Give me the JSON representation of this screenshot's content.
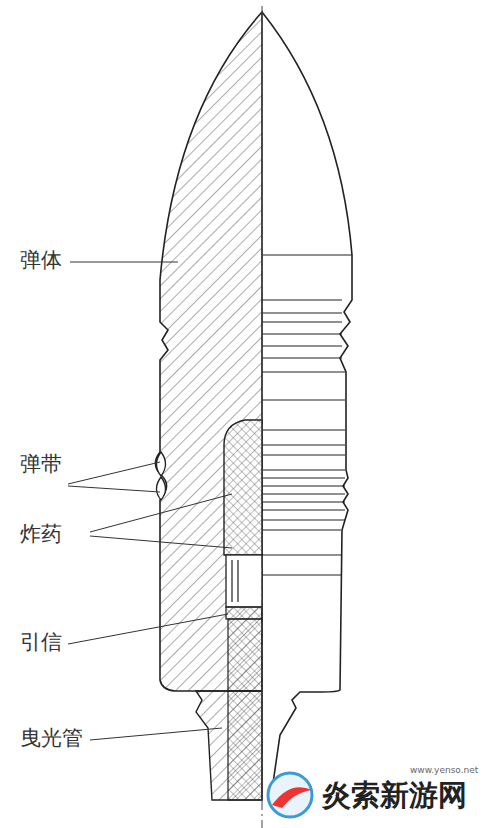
{
  "diagram": {
    "labels": [
      "弹体",
      "弹带",
      "炸药",
      "引信",
      "曳光管",
      "www.yenso.net",
      "炎索新游网"
    ]
  }
}
